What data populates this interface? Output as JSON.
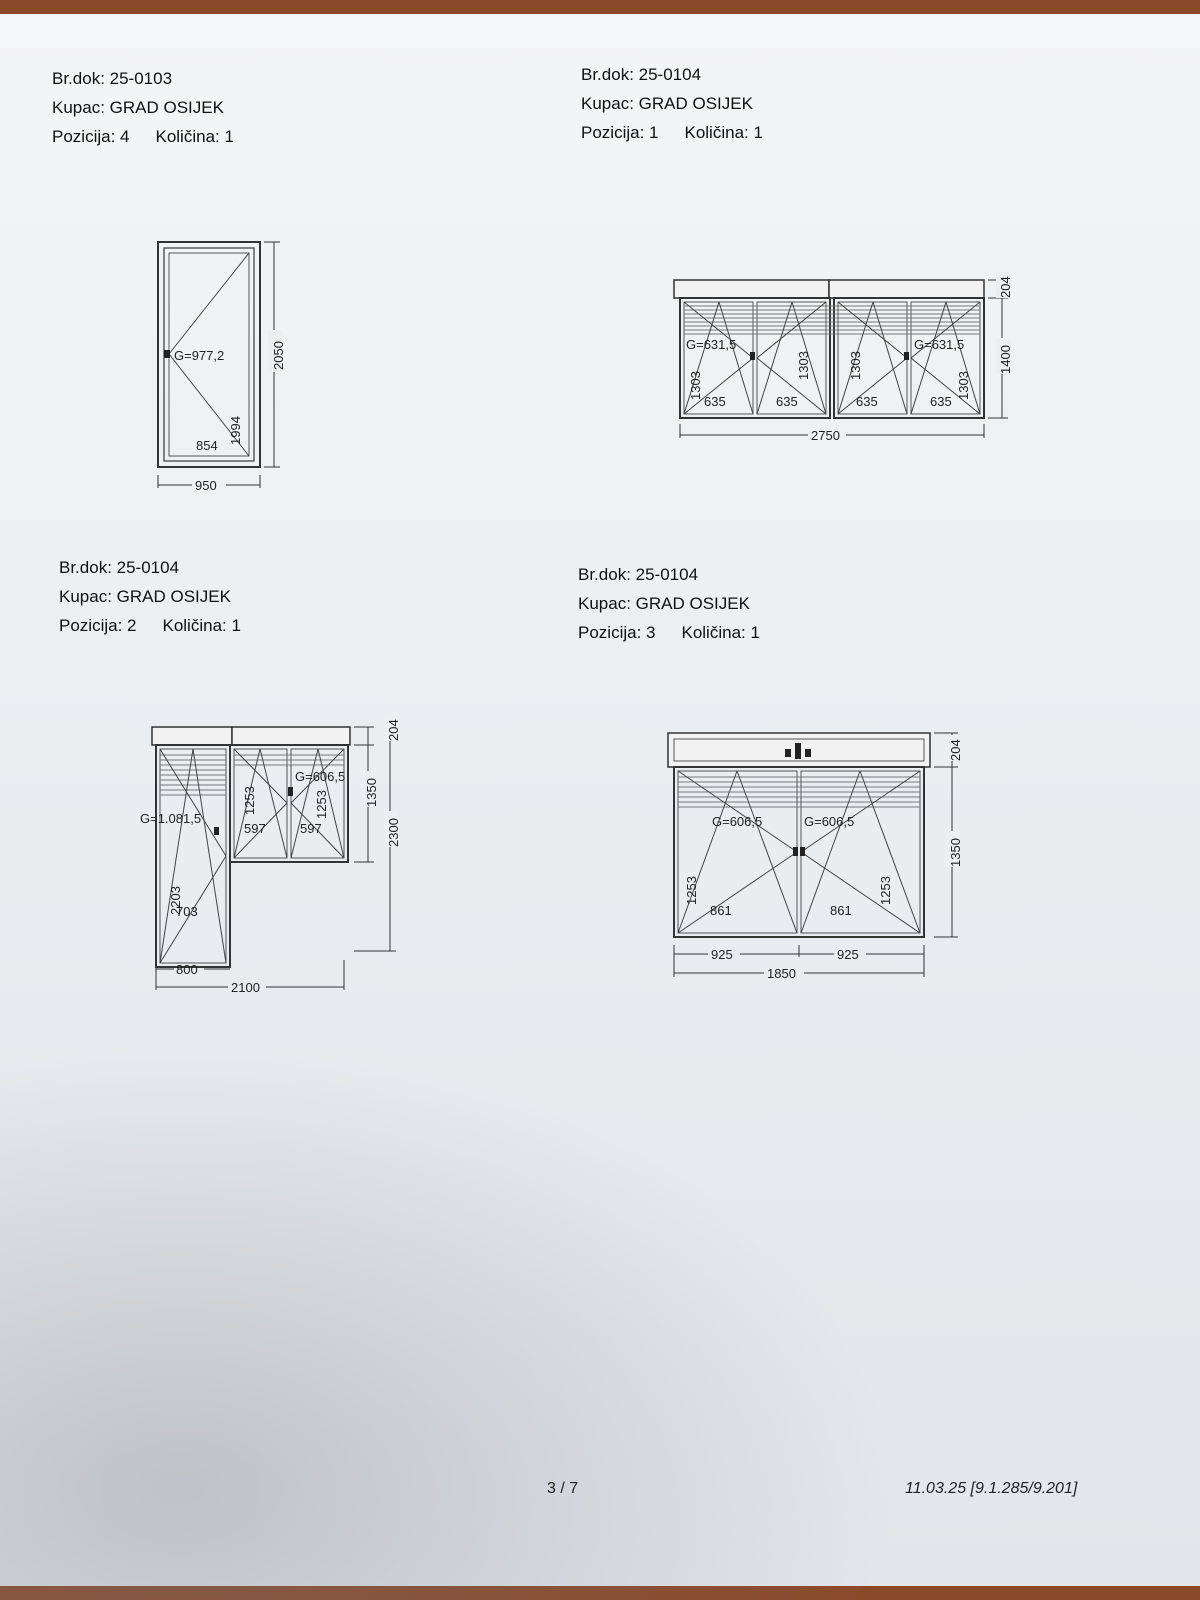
{
  "positions": [
    {
      "doc_label": "Br.dok: 25-0103",
      "customer_label": "Kupac: GRAD OSIJEK",
      "position_label": "Pozicija: 4",
      "quantity_label": "Količina: 1",
      "dims": {
        "glass": "G=977,2",
        "width": "950",
        "height": "2050",
        "inner_w": "854",
        "inner_h": "1994"
      }
    },
    {
      "doc_label": "Br.dok: 25-0104",
      "customer_label": "Kupac: GRAD OSIJEK",
      "position_label": "Pozicija: 1",
      "quantity_label": "Količina: 1",
      "dims": {
        "glass_left": "G=631,5",
        "glass_right": "G=631,5",
        "sash_h": "1303",
        "sash_w": "635",
        "width": "2750",
        "height": "1400",
        "box": "204"
      }
    },
    {
      "doc_label": "Br.dok: 25-0104",
      "customer_label": "Kupac: GRAD OSIJEK",
      "position_label": "Pozicija: 2",
      "quantity_label": "Količina: 1",
      "dims": {
        "glass_door": "G=1.081,5",
        "glass_win": "G=606,5",
        "sash_h": "1253",
        "sash_w": "597",
        "door_h": "2203",
        "door_w": "703",
        "door_outer_w": "800",
        "width": "2100",
        "height": "2300",
        "win_h": "1350",
        "box": "204"
      }
    },
    {
      "doc_label": "Br.dok: 25-0104",
      "customer_label": "Kupac: GRAD OSIJEK",
      "position_label": "Pozicija: 3",
      "quantity_label": "Količina: 1",
      "dims": {
        "glass": "G=606,5",
        "sash_h": "1253",
        "sash_w": "861",
        "half_w": "925",
        "width": "1850",
        "height": "1350",
        "box": "204"
      }
    }
  ],
  "footer": {
    "page": "3 / 7",
    "date_version": "11.03.25  [9.1.285/9.201]"
  }
}
